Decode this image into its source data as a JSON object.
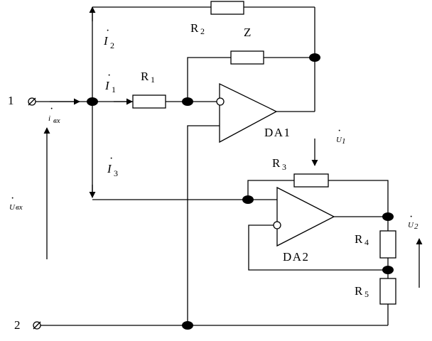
{
  "terminals": {
    "t1": "1",
    "t2": "2"
  },
  "currents": {
    "i2": {
      "main": "I",
      "sub": "2"
    },
    "i1": {
      "main": "I",
      "sub": "1"
    },
    "i3": {
      "main": "I",
      "sub": "3"
    },
    "iin": {
      "main": "i",
      "sub": "вх"
    }
  },
  "resistors": {
    "r1": {
      "main": "R",
      "sub": "1"
    },
    "r2": {
      "main": "R",
      "sub": "2"
    },
    "r3": {
      "main": "R",
      "sub": "3"
    },
    "r4": {
      "main": "R",
      "sub": "4"
    },
    "r5": {
      "main": "R",
      "sub": "5"
    },
    "z": "Z"
  },
  "opamps": {
    "da1": "DA1",
    "da2": "DA2"
  },
  "voltages": {
    "uin": {
      "main": "U",
      "sub": "вх"
    },
    "u1": {
      "main": "U",
      "sub": "1"
    },
    "u2": {
      "main": "U",
      "sub": "2"
    }
  }
}
